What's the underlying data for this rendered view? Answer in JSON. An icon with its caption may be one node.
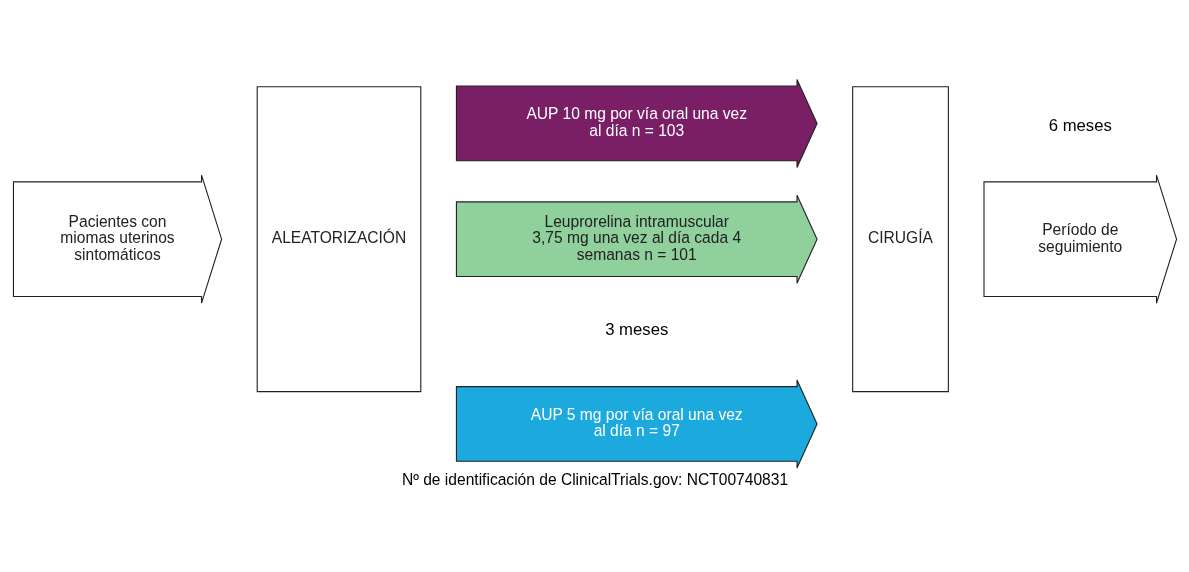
{
  "diagram": {
    "caption": "Nº de identificación de ClinicalTrials.gov: NCT00740831",
    "nodes": [
      {
        "text": [
          "Pacientes con miomas uterinos sintomáticos"
        ]
      },
      {
        "text": [
          "ALEATORIZACIÓN"
        ]
      },
      {
        "text": [
          "AUP 5 mg por vía oral una vez al día n = 97"
        ]
      },
      {
        "text": [
          "AUP 10 mg por vía oral una vez al día n = 103"
        ]
      },
      {
        "text": [
          "Leuprorelina intramuscular 3,75 mg una vez al día cada 4 semanas n = 101"
        ]
      },
      {
        "text": [
          "CIRUGÍA"
        ]
      },
      {
        "text": [
          "Período de seguimiento"
        ]
      }
    ],
    "labels": [
      "3 meses",
      "6 meses"
    ]
  }
}
